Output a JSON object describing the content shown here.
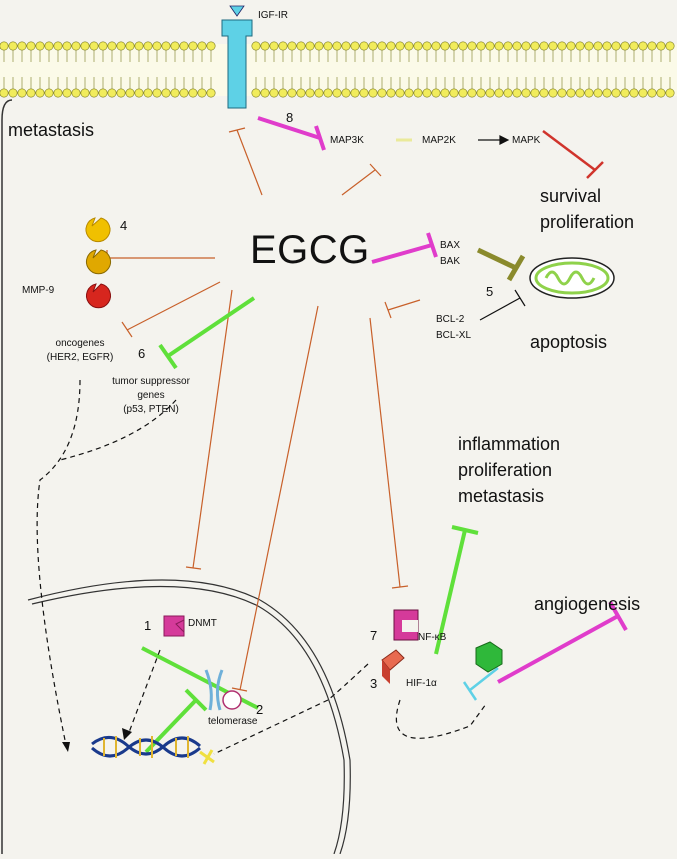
{
  "receptor": "IGF-IR",
  "center": "EGCG",
  "kinases": {
    "map3k": "MAP3K",
    "map2k": "MAP2K",
    "mapk": "MAPK"
  },
  "outcomes": {
    "metastasis_top": "metastasis",
    "survival": "survival",
    "proliferation": "proliferation",
    "apoptosis": "apoptosis",
    "inflammation": "inflammation",
    "proliferation2": "proliferation",
    "metastasis2": "metastasis",
    "angiogenesis": "angiogenesis"
  },
  "proteins": {
    "bax": "BAX",
    "bak": "BAK",
    "bcl2": "BCL-2",
    "bclxl": "BCL-XL",
    "mmp9": "MMP-9",
    "dnmt": "DNMT",
    "telomerase": "telomerase",
    "nfkb": "NF-κB",
    "hif1a": "HIF-1α"
  },
  "genes": {
    "oncogenes": "oncogenes",
    "oncogenes_list": "(HER2, EGFR)",
    "tumor_suppressor_1": "tumor suppressor",
    "tumor_suppressor_2": "genes",
    "tumor_suppressor_list": "(p53, PTEN)"
  },
  "numbers": {
    "n1": "1",
    "n2": "2",
    "n3": "3",
    "n4": "4",
    "n5": "5",
    "n6": "6",
    "n7": "7",
    "n8": "8"
  },
  "colors": {
    "orange": "#c8602a",
    "magenta": "#e03ccb",
    "red": "#d0342c",
    "green": "#5fe03a",
    "olive": "#8a8a2c",
    "yellow_mmp": "#f0c000",
    "red_mmp": "#d7261e",
    "membrane_yellow": "#f1ec5c",
    "receptor_cyan": "#5ed1e6"
  }
}
